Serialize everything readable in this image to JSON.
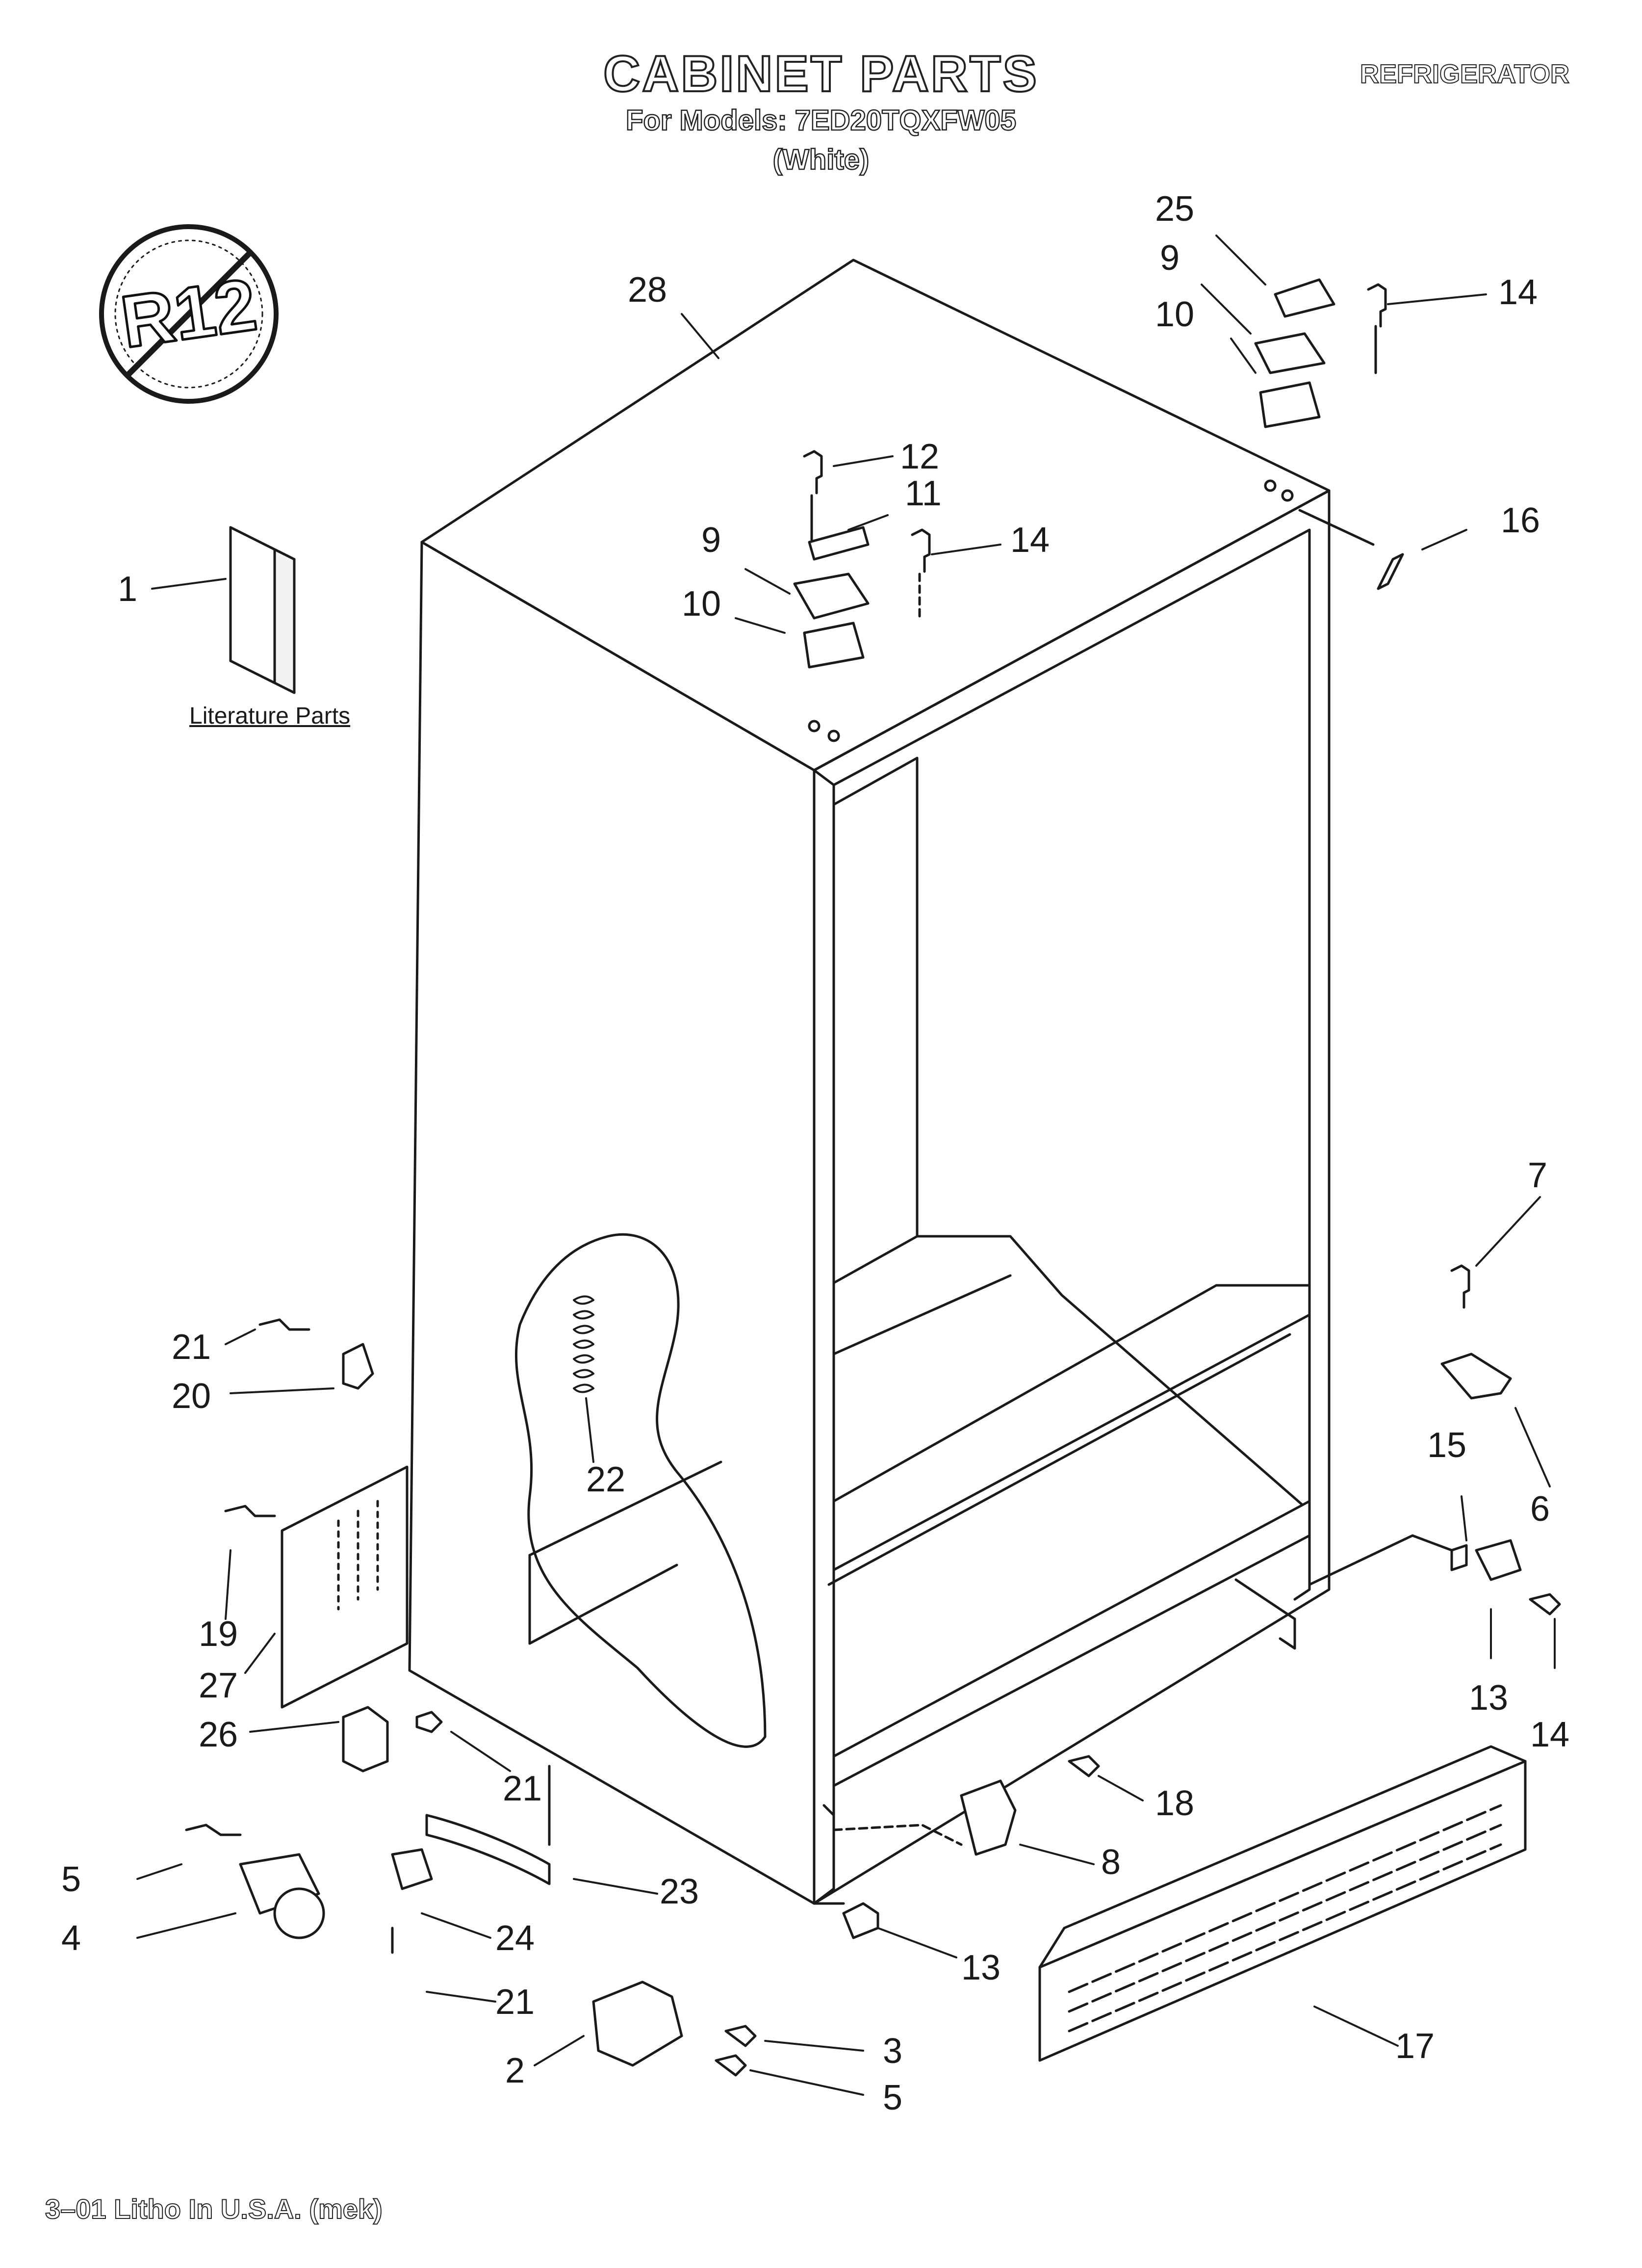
{
  "header": {
    "title": "CABINET PARTS",
    "models_line": "For Models: 7ED20TQXFW05",
    "color_line": "(White)",
    "category": "REFRIGERATOR"
  },
  "badge": {
    "text": "R12"
  },
  "literature": {
    "label": "Literature Parts"
  },
  "footer": {
    "text": "3–01 Litho In U.S.A. (mek)"
  },
  "callouts": [
    "28",
    "25",
    "9",
    "10",
    "14",
    "12",
    "11",
    "9",
    "14",
    "10",
    "16",
    "1",
    "7",
    "21",
    "20",
    "22",
    "6",
    "15",
    "19",
    "27",
    "13",
    "14",
    "26",
    "21",
    "18",
    "8",
    "5",
    "4",
    "23",
    "24",
    "13",
    "21",
    "17",
    "2",
    "3",
    "5"
  ]
}
